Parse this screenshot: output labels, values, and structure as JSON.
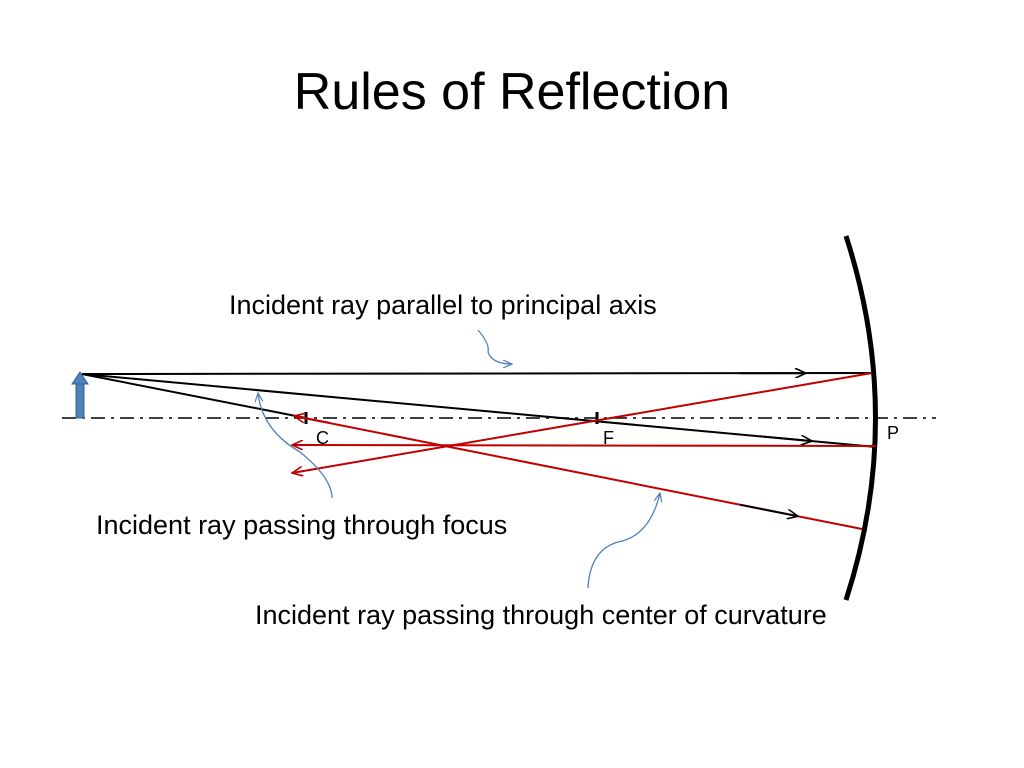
{
  "title": "Rules of Reflection",
  "captions": {
    "parallel": "Incident ray parallel to principal axis",
    "focus": "Incident ray passing through focus",
    "center": "Incident ray passing through center of curvature"
  },
  "points": {
    "center_label": "C",
    "focus_label": "F",
    "pole_label": "P"
  },
  "colors": {
    "incident_ray": "#000000",
    "reflected_ray": "#c00000",
    "object_arrow": "#4f81bd",
    "callout": "#4f81bd"
  }
}
